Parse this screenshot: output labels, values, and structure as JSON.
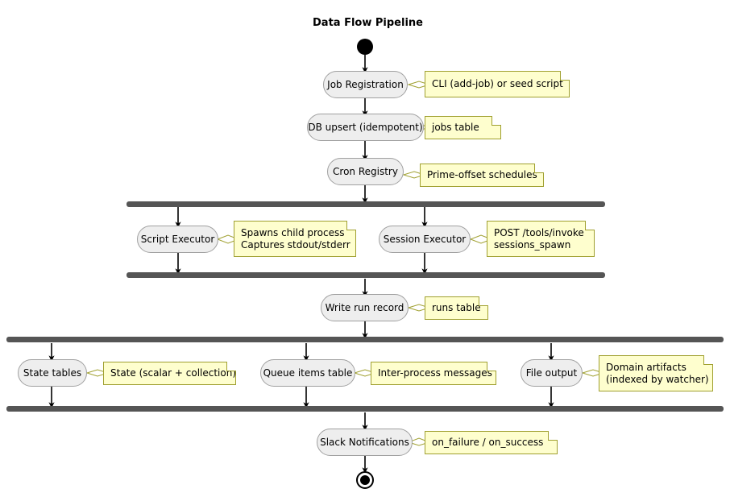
{
  "diagram": {
    "title": "Data Flow Pipeline",
    "type": "uml-activity-diagram",
    "colors": {
      "activity_fill": "#EEEEEE",
      "activity_border": "#A0A0A0",
      "note_fill": "#FEFECE",
      "note_border": "#A0A030",
      "bar_fill": "#555555",
      "arrow": "#000000",
      "background": "#FFFFFF"
    },
    "nodes": {
      "start": "start-node",
      "end": "end-node",
      "activities": [
        {
          "id": "job-registration",
          "label": "Job Registration"
        },
        {
          "id": "db-upsert",
          "label": "DB upsert (idempotent)"
        },
        {
          "id": "cron-registry",
          "label": "Cron Registry"
        },
        {
          "id": "script-executor",
          "label": "Script Executor"
        },
        {
          "id": "session-executor",
          "label": "Session Executor"
        },
        {
          "id": "write-run-record",
          "label": "Write run record"
        },
        {
          "id": "state-tables",
          "label": "State tables"
        },
        {
          "id": "queue-items-table",
          "label": "Queue items table"
        },
        {
          "id": "file-output",
          "label": "File output"
        },
        {
          "id": "slack-notifications",
          "label": "Slack Notifications"
        }
      ]
    },
    "notes": [
      {
        "id": "note-job-registration",
        "attached_to": "job-registration",
        "text": "CLI (add-job) or seed script"
      },
      {
        "id": "note-db-upsert",
        "attached_to": "db-upsert",
        "text": "jobs table"
      },
      {
        "id": "note-cron-registry",
        "attached_to": "cron-registry",
        "text": "Prime-offset schedules"
      },
      {
        "id": "note-script-executor",
        "attached_to": "script-executor",
        "text": "Spawns child process\nCaptures stdout/stderr"
      },
      {
        "id": "note-session-executor",
        "attached_to": "session-executor",
        "text": "POST /tools/invoke\nsessions_spawn"
      },
      {
        "id": "note-write-run-record",
        "attached_to": "write-run-record",
        "text": "runs table"
      },
      {
        "id": "note-state-tables",
        "attached_to": "state-tables",
        "text": "State (scalar + collection)"
      },
      {
        "id": "note-queue-items-table",
        "attached_to": "queue-items-table",
        "text": "Inter-process messages"
      },
      {
        "id": "note-file-output",
        "attached_to": "file-output",
        "text": "Domain artifacts\n(indexed by watcher)"
      },
      {
        "id": "note-slack-notifications",
        "attached_to": "slack-notifications",
        "text": "on_failure / on_success"
      }
    ],
    "bars": [
      {
        "id": "fork-bar-executors",
        "role": "fork"
      },
      {
        "id": "join-bar-executors",
        "role": "join"
      },
      {
        "id": "fork-bar-outputs",
        "role": "fork"
      },
      {
        "id": "join-bar-outputs",
        "role": "join"
      }
    ]
  }
}
